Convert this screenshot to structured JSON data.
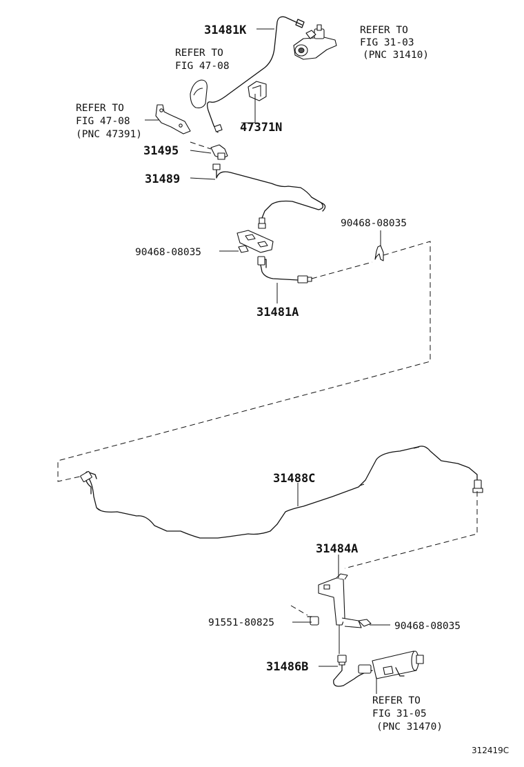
{
  "labels": {
    "p31481K": "31481K",
    "p47371N": "47371N",
    "p31495": "31495",
    "p31489": "31489",
    "p31481A": "31481A",
    "p31488C": "31488C",
    "p31484A": "31484A",
    "p31486B": "31486B",
    "clip_top_right": "90468-08035",
    "clip_left": "90468-08035",
    "clip_bottom": "90468-08035",
    "bolt": "91551-80825"
  },
  "refs": {
    "fig3103": {
      "line1": "REFER TO",
      "line2": "FIG 31-03",
      "line3": "(PNC 31410)"
    },
    "fig4708_a": {
      "line1": "REFER TO",
      "line2": "FIG 47-08"
    },
    "fig4708_b": {
      "line1": "REFER TO",
      "line2": "FIG 47-08",
      "line3": "(PNC 47391)"
    },
    "fig3105": {
      "line1": "REFER TO",
      "line2": "FIG 31-05",
      "line3": "(PNC 31470)"
    }
  },
  "diagram_code": "312419C"
}
